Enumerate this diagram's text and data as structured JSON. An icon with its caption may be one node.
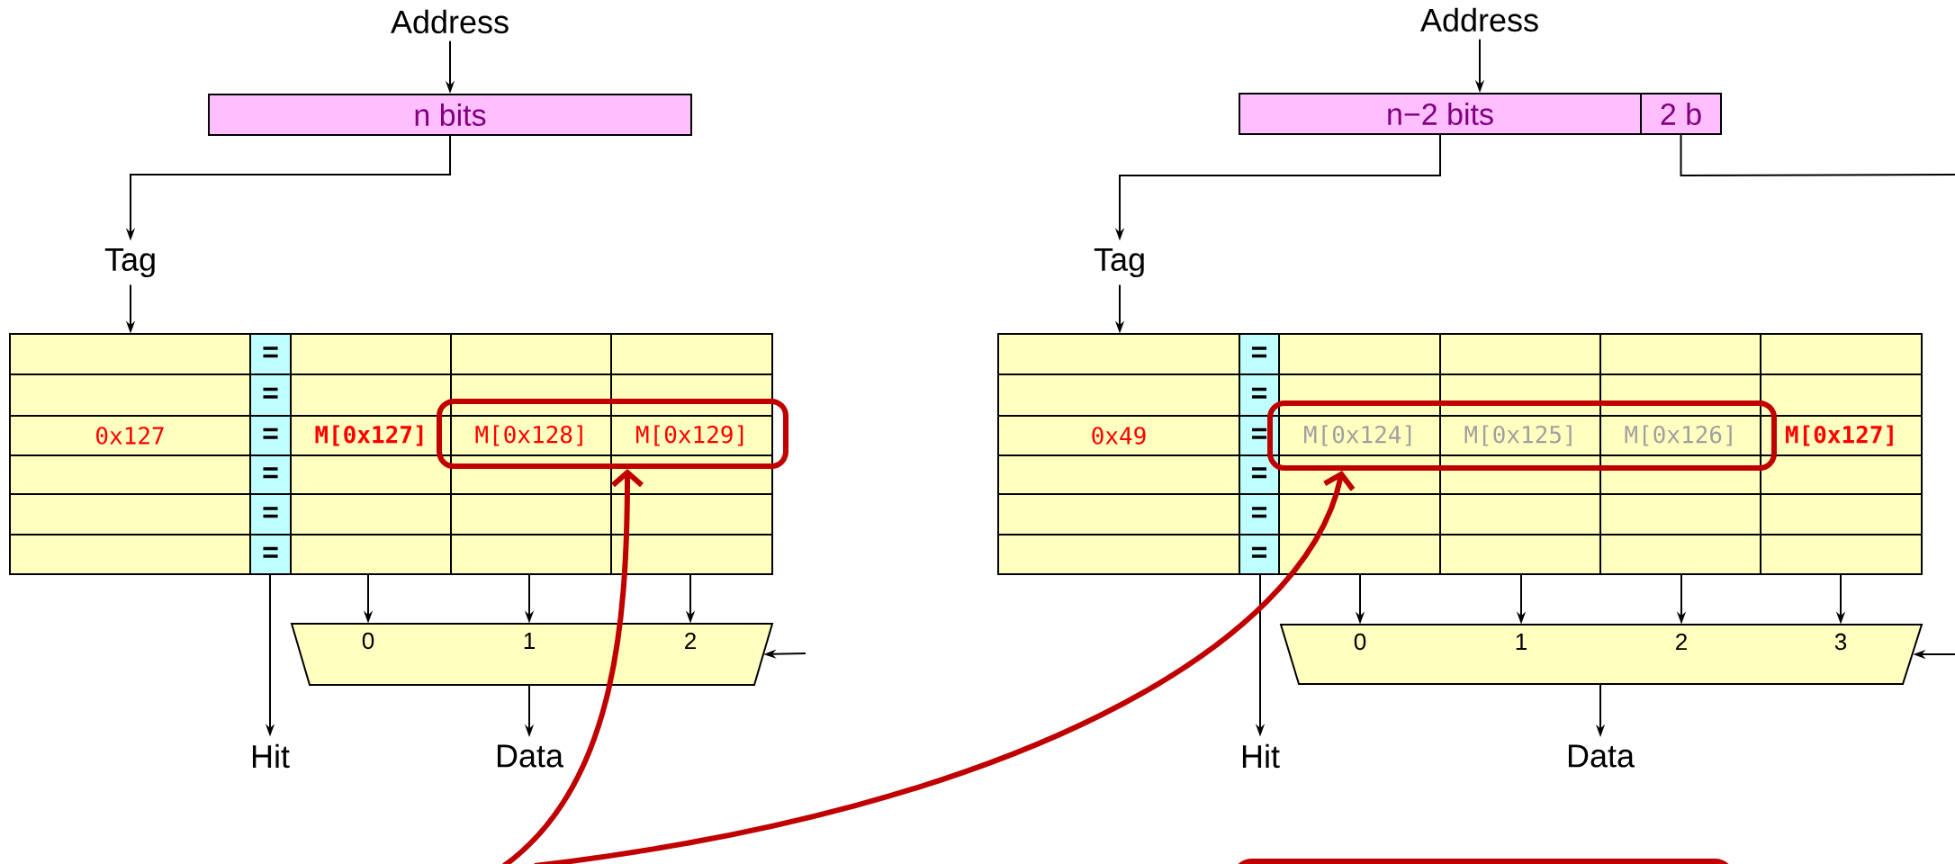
{
  "diagram": {
    "nodes": [
      {
        "text": [
          "Address"
        ]
      },
      {
        "text": [
          "n bits"
        ]
      },
      {
        "text": [
          "Address"
        ]
      },
      {
        "text": [
          "n−2 bits"
        ]
      },
      {
        "text": [
          "2 b"
        ]
      },
      {
        "text": [
          "Tag"
        ]
      },
      {
        "text": [
          "Tag"
        ]
      },
      {
        "text": [
          "=",
          "=",
          "0x127",
          "=",
          "M[0x127]",
          "=",
          "=",
          "="
        ]
      },
      {
        "text": [
          "M[0x128]",
          "M[0x129]"
        ],
        "in": 7
      },
      {
        "text": [
          "=",
          "=",
          "0x49",
          "=",
          "M[0x127]",
          "=",
          "=",
          "="
        ]
      },
      {
        "text": [
          "M[0x124]",
          "M[0x125]",
          "M[0x126]"
        ],
        "in": 9
      },
      {
        "text": [
          "0",
          "1",
          "2"
        ]
      },
      {
        "text": [
          "0",
          "1",
          "2",
          "3"
        ]
      },
      {
        "text": [
          "Hit"
        ]
      },
      {
        "text": [
          "Data"
        ]
      },
      {
        "text": [
          "Hit"
        ]
      },
      {
        "text": [
          "Data"
        ]
      }
    ],
    "edges": [
      {
        "from": 0,
        "to": 1,
        "arrow": "to"
      },
      {
        "from": 2,
        "to": 3,
        "arrow": "to"
      },
      {
        "from": 1,
        "to": 5,
        "arrow": "to"
      },
      {
        "from": 3,
        "to": 6,
        "arrow": "to"
      },
      {
        "from": 4,
        "to": null,
        "arrow": "none"
      },
      {
        "from": 5,
        "to": 7,
        "arrow": "to"
      },
      {
        "from": 6,
        "to": 9,
        "arrow": "to"
      },
      {
        "from": 7,
        "to": 11,
        "arrow": "to"
      },
      {
        "from": 7,
        "to": 11,
        "arrow": "to"
      },
      {
        "from": 7,
        "to": 11,
        "arrow": "to"
      },
      {
        "from": 9,
        "to": 12,
        "arrow": "to"
      },
      {
        "from": 9,
        "to": 12,
        "arrow": "to"
      },
      {
        "from": 9,
        "to": 12,
        "arrow": "to"
      },
      {
        "from": 9,
        "to": 12,
        "arrow": "to"
      },
      {
        "from": null,
        "to": 11,
        "arrow": "to"
      },
      {
        "from": null,
        "to": 12,
        "arrow": "to"
      },
      {
        "from": 7,
        "to": 13,
        "arrow": "to"
      },
      {
        "from": 11,
        "to": 14,
        "arrow": "to"
      },
      {
        "from": 9,
        "to": 15,
        "arrow": "to"
      },
      {
        "from": 12,
        "to": 16,
        "arrow": "to"
      },
      {
        "from": null,
        "to": 8,
        "arrow": "to",
        "style": "thick",
        "color": "#c00000"
      },
      {
        "from": null,
        "to": 10,
        "arrow": "to",
        "style": "thick",
        "color": "#c00000"
      }
    ]
  }
}
